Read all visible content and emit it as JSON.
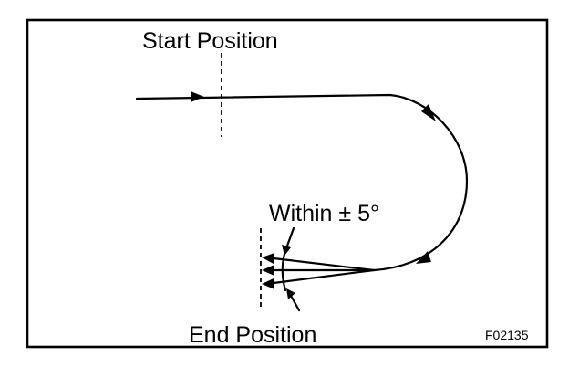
{
  "labels": {
    "start": "Start Position",
    "end": "End Position",
    "tolerance": "Within ± 5°",
    "code": "F02135"
  },
  "colors": {
    "ink": "#000000",
    "background": "#ffffff"
  }
}
